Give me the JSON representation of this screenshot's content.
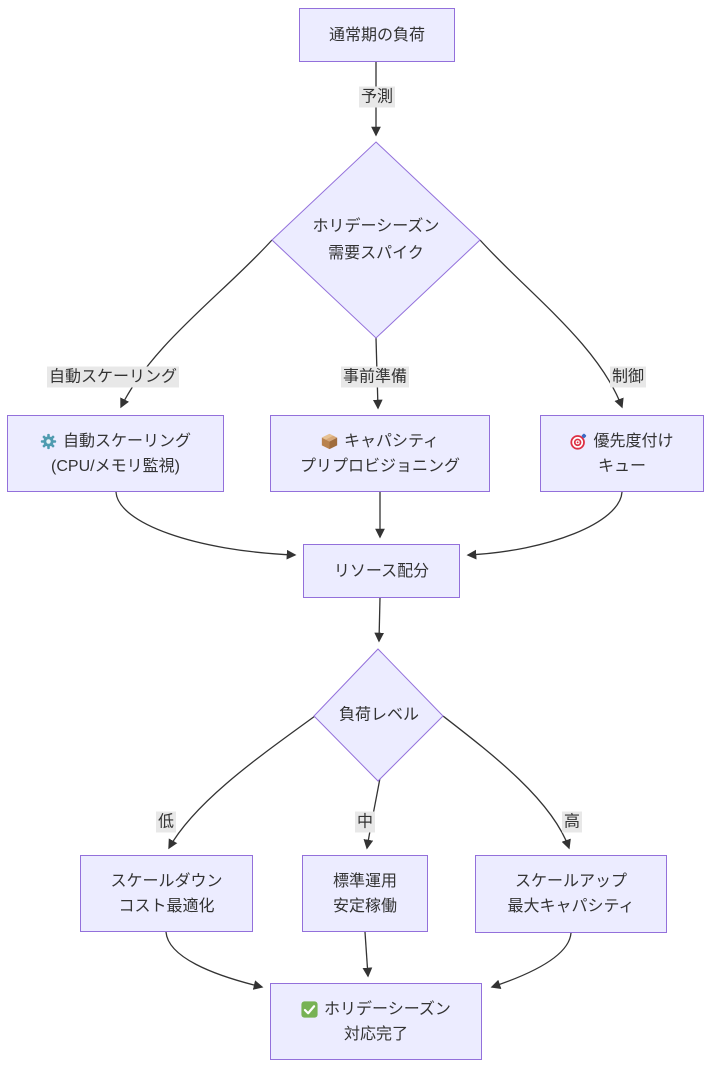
{
  "diagram": {
    "title_hint": "holiday-season capacity planning flowchart",
    "colors": {
      "node_fill": "#ECECFF",
      "node_border": "#9370DB",
      "edge_line": "#333333",
      "edge_label_bg": "#e8e8e8",
      "text": "#333333",
      "check_green": "#77b255",
      "target_red": "#dd2e44",
      "gear_teal": "#4f9bb0",
      "box_brown": "#b9824e"
    },
    "nodes": {
      "start": {
        "text": "通常期の負荷"
      },
      "spike_decision": {
        "line1": "ホリデーシーズン",
        "line2": "需要スパイク"
      },
      "autoscaling": {
        "icon": "gear-icon",
        "line1": "自動スケーリング",
        "line2": "(CPU/メモリ監視)"
      },
      "preprovision": {
        "icon": "package-icon",
        "line1": "キャパシティ",
        "line2": "プリプロビジョニング"
      },
      "priority_queue": {
        "icon": "target-icon",
        "line1": "優先度付け",
        "line2": "キュー"
      },
      "allocation": {
        "text": "リソース配分"
      },
      "load_decision": {
        "text": "負荷レベル"
      },
      "scale_down": {
        "line1": "スケールダウン",
        "line2": "コスト最適化"
      },
      "standard_ops": {
        "line1": "標準運用",
        "line2": "安定稼働"
      },
      "scale_up": {
        "line1": "スケールアップ",
        "line2": "最大キャパシティ"
      },
      "complete": {
        "icon": "check-icon",
        "line1": "ホリデーシーズン",
        "line2": "対応完了"
      }
    },
    "edge_labels": {
      "predict": "予測",
      "autoscale": "自動スケーリング",
      "prepare": "事前準備",
      "control": "制御",
      "low": "低",
      "medium": "中",
      "high": "高"
    }
  }
}
